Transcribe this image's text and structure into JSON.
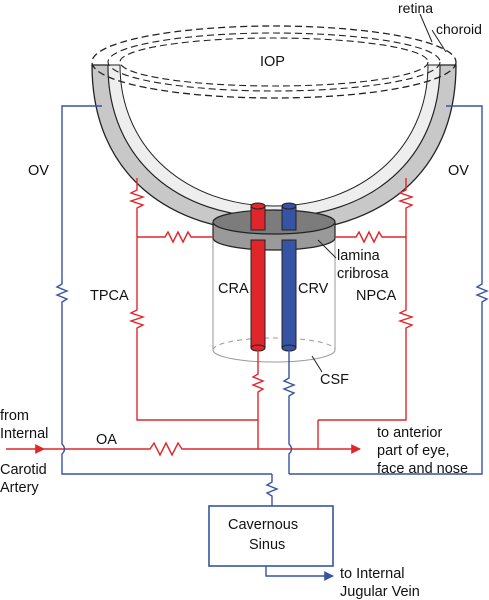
{
  "labels": {
    "retina": "retina",
    "choroid": "choroid",
    "iop": "IOP",
    "ov_left": "OV",
    "ov_right": "OV",
    "lamina_1": "lamina",
    "lamina_2": "cribrosa",
    "cra": "CRA",
    "crv": "CRV",
    "tpca": "TPCA",
    "npca": "NPCA",
    "csf": "CSF",
    "from_1": "from",
    "from_2": "Internal",
    "from_3": "Carotid",
    "from_4": "Artery",
    "oa": "OA",
    "to_anterior_1": "to anterior",
    "to_anterior_2": "part of eye,",
    "to_anterior_3": "face and nose",
    "sinus_1": "Cavernous",
    "sinus_2": "Sinus",
    "jugular_1": "to Internal",
    "jugular_2": "Jugular Vein"
  },
  "colors": {
    "artery": "#e0262b",
    "vein": "#3753a4",
    "sclera": "#c8c8c8",
    "lamina": "#9a9a9a",
    "outline": "#222222"
  }
}
